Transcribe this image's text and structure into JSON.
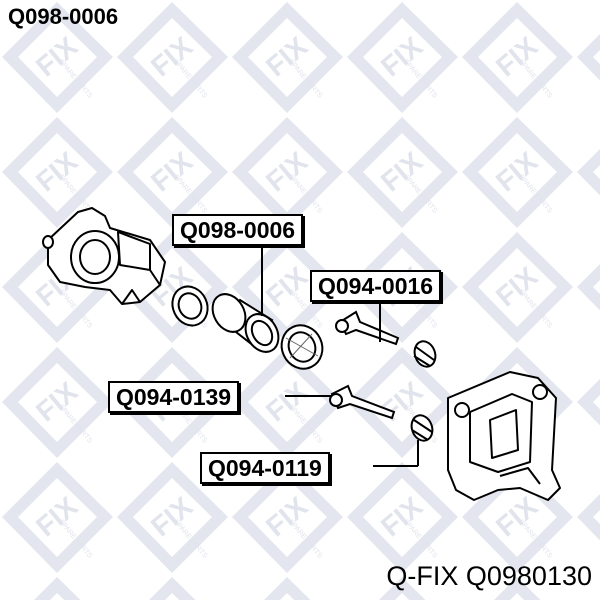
{
  "header": {
    "part_number": "Q098-0006"
  },
  "callouts": {
    "piston": "Q098-0006",
    "pin_upper": "Q094-0016",
    "pin_lower": "Q094-0139",
    "boot": "Q094-0119"
  },
  "watermark": {
    "logo_text": "FIX",
    "tagline": "SPARE PARTS"
  },
  "footer": {
    "brand": "Q-FIX",
    "code": "Q0980130"
  }
}
